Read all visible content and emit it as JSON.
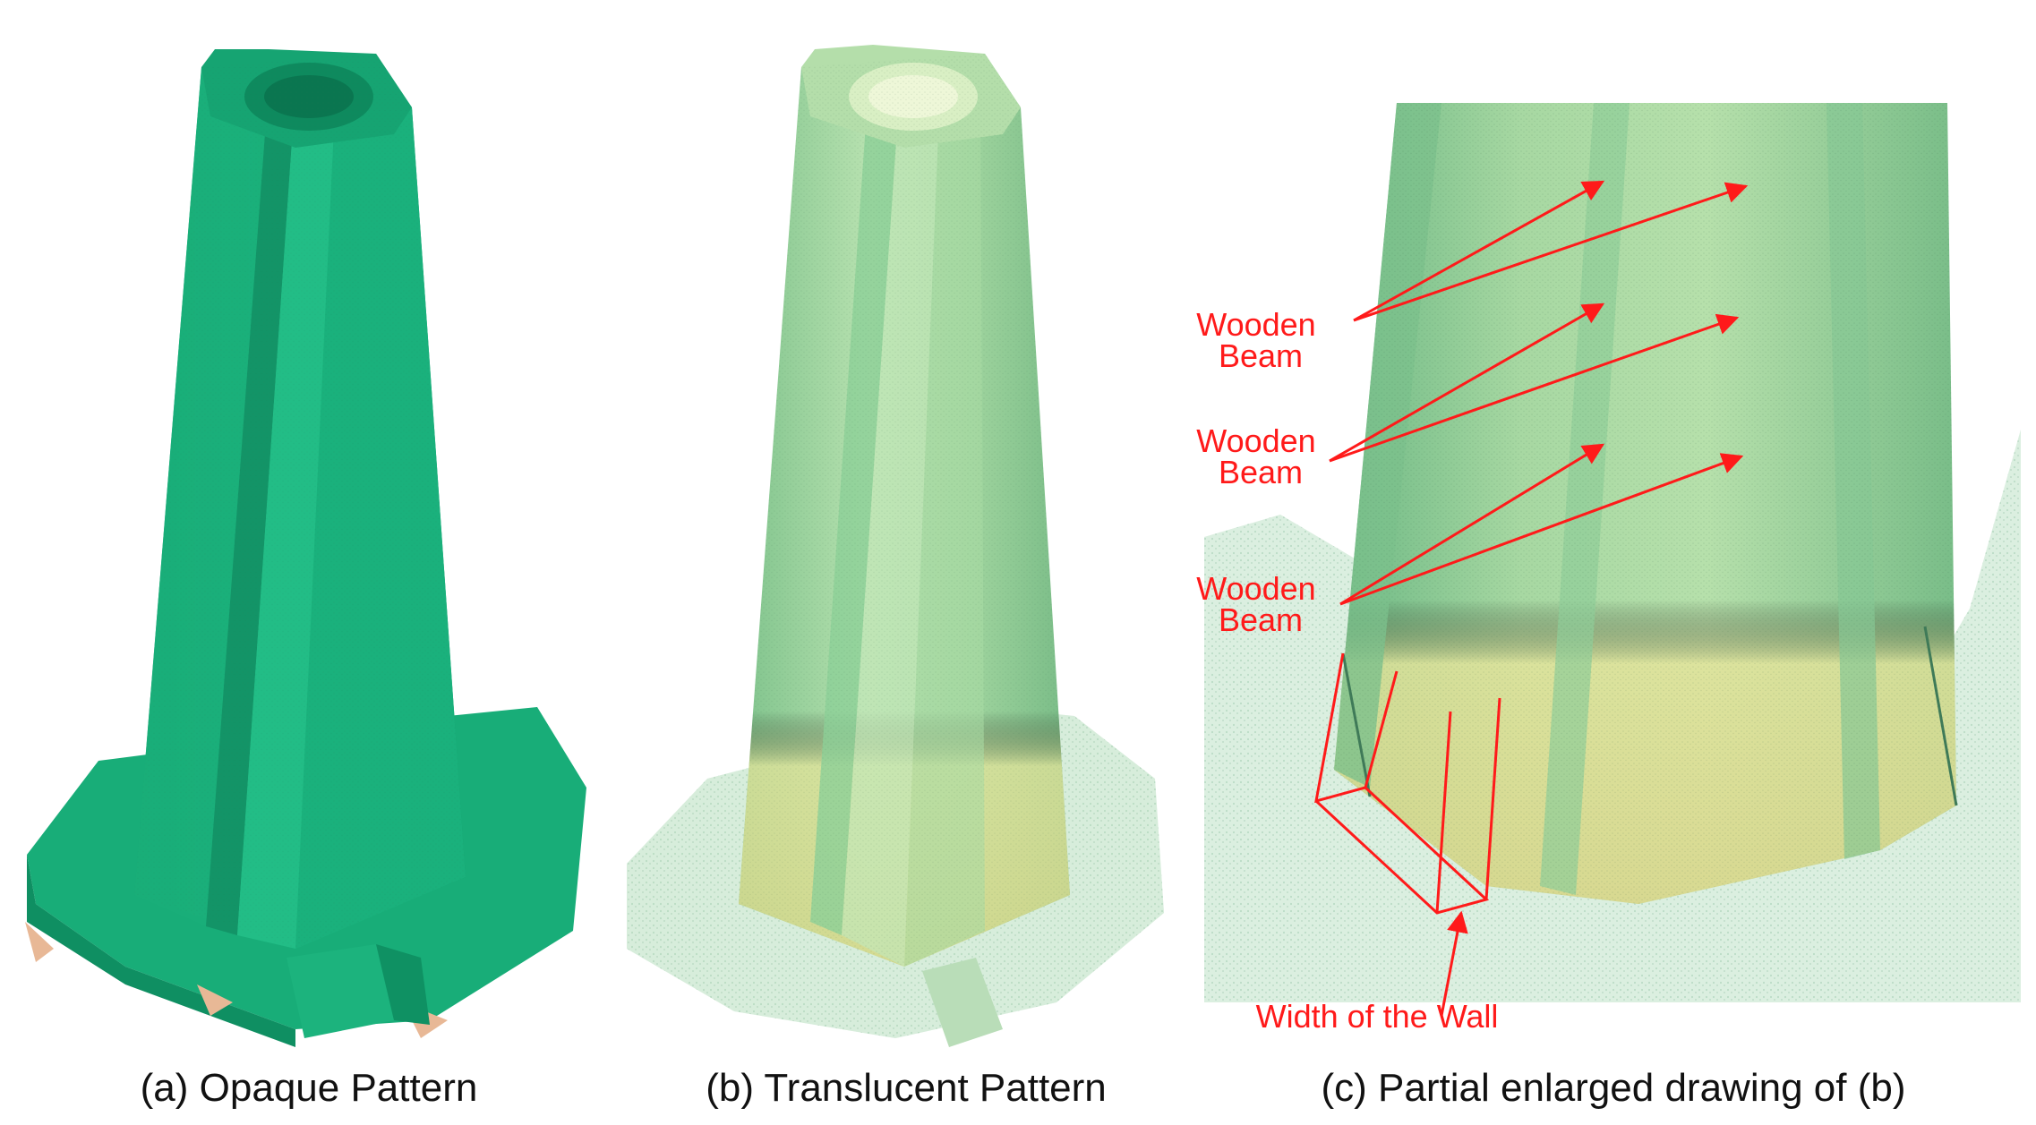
{
  "figure": {
    "panels": [
      {
        "id": "a",
        "caption": "(a) Opaque Pattern",
        "image": "opaque-tower-3d-model"
      },
      {
        "id": "b",
        "caption": "(b) Translucent Pattern",
        "image": "translucent-tower-3d-model"
      },
      {
        "id": "c",
        "caption": "(c) Partial enlarged drawing of (b)",
        "image": "enlarged-translucent-tower-base"
      }
    ],
    "annotations": [
      {
        "line1": "Wooden",
        "line2": "Beam"
      },
      {
        "line1": "Wooden",
        "line2": "Beam"
      },
      {
        "line1": "Wooden",
        "line2": "Beam"
      }
    ],
    "wall_label": "Width of the Wall",
    "colors": {
      "opaque_green": "#1fb87f",
      "translucent_green": "#a8d8a0",
      "yellow_band": "#d8d890",
      "annotation_red": "#ff1a1a"
    }
  }
}
